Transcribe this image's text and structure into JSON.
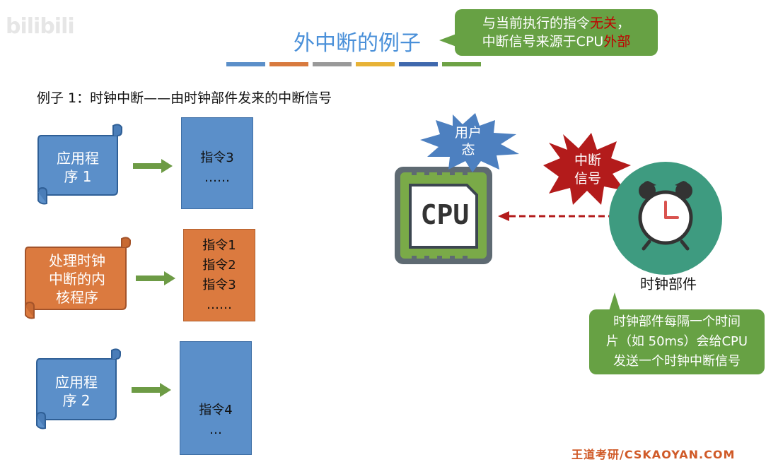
{
  "watermark": "bilibili",
  "title": "外中断的例子",
  "stripe_colors": [
    "#5b8fc9",
    "#d87a3e",
    "#999999",
    "#e7b236",
    "#3f68ad",
    "#6da245"
  ],
  "callout_top": {
    "line1_prefix": "与当前执行的指令",
    "line1_highlight": "无关",
    "line1_suffix": "，",
    "line2_prefix": "中断信号来源于CPU",
    "line2_highlight": "外部"
  },
  "example_label": "例子 1：时钟中断——由时钟部件发来的中断信号",
  "programs": [
    {
      "line1": "应用程",
      "line2": "序 1"
    },
    {
      "line1": "处理时钟",
      "line2": "中断的内",
      "line3": "核程序"
    },
    {
      "line1": "应用程",
      "line2": "序 2"
    }
  ],
  "instr_blocks": [
    {
      "line1": "指令3",
      "line2": "……"
    },
    {
      "line1": "指令1",
      "line2": "指令2",
      "line3": "指令3",
      "line4": "……"
    },
    {
      "line1": "指令4",
      "line2": "…"
    }
  ],
  "cpu_label": "CPU",
  "user_state_burst": {
    "line1": "用户",
    "line2": "态"
  },
  "interrupt_burst": {
    "line1": "中断",
    "line2": "信号"
  },
  "clock_label": "时钟部件",
  "callout_bottom": {
    "line1": "时钟部件每隔一个时间",
    "line2": "片（如 50ms）会给CPU",
    "line3": "发送一个时钟中断信号"
  },
  "footer": "王道考研/CSKAOYAN.COM",
  "colors": {
    "blue": "#5b8fc9",
    "orange": "#db7a3f",
    "green": "#67a144",
    "arrow_green": "#6d9b45",
    "burst_blue": "#4d80c0",
    "burst_red": "#b31b1b",
    "clock_teal": "#3e9b80",
    "cpu_green": "#7aaa48",
    "cpu_dark": "#3c4650"
  }
}
